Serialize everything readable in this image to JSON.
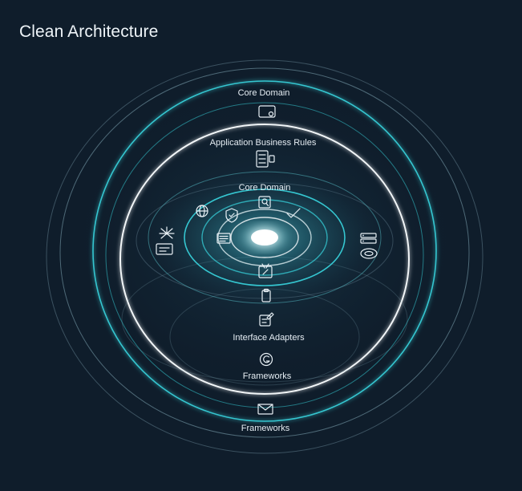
{
  "title": "Clean Architecture",
  "labels": {
    "core_domain_top": "Core Domain",
    "application_business_rules": "Application Business Rules",
    "core_domain_inner": "Core Domain",
    "interface_adapters": "Interface Adapters",
    "frameworks_inner": "Frameworks",
    "frameworks_outer": "Frameworks"
  },
  "colors": {
    "background": "#0f1d2b",
    "teal_ring": "#35c6d0",
    "white_ring": "#f2f6f8",
    "core_glow": "#ffffff"
  },
  "icons": [
    "wallet-icon",
    "dashboard-icon",
    "globe-icon",
    "shield-icon",
    "magnifier-icon",
    "checkmark-icon",
    "network-icon",
    "monitor-icon",
    "server-icon",
    "disk-icon",
    "document-icon",
    "tools-icon",
    "clipboard-icon",
    "edit-icon",
    "gear-g-icon",
    "mail-icon"
  ]
}
